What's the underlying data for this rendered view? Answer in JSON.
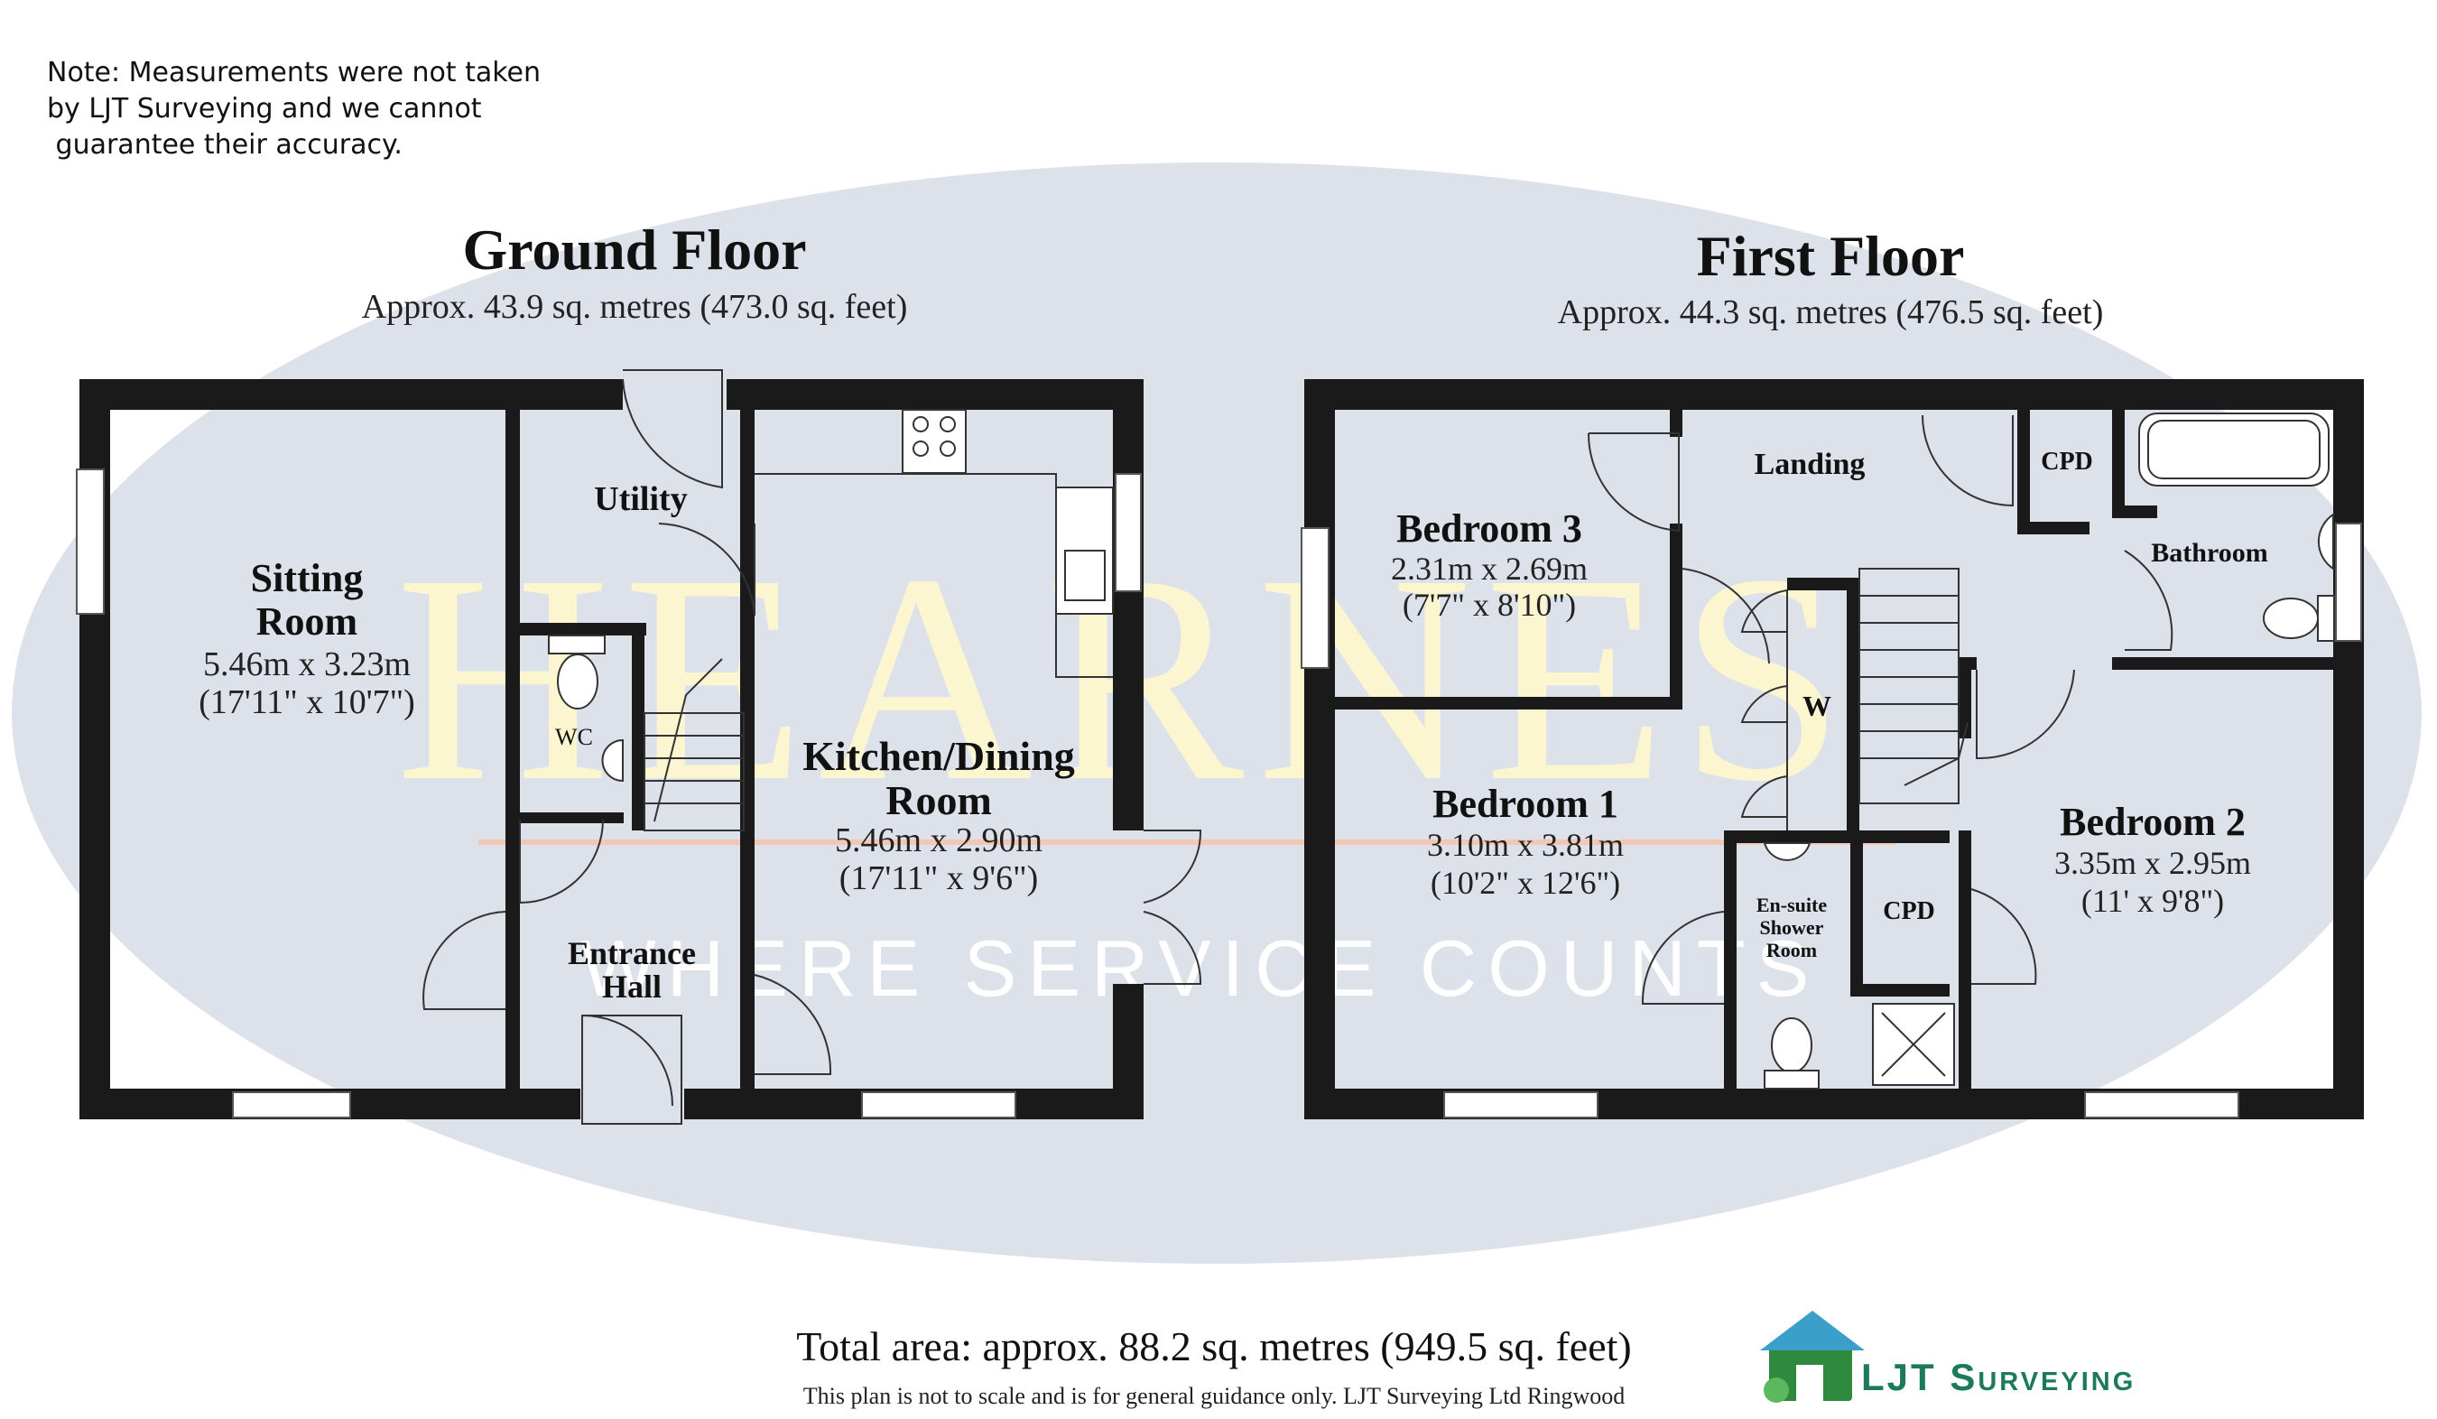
{
  "note": {
    "lines": [
      "Note: Measurements were not taken",
      "by LJT Surveying and we cannot",
      " guarantee their accuracy."
    ]
  },
  "watermark": {
    "brand": "HEARNES",
    "tagline": "WHERE SERVICE COUNTS",
    "colors": {
      "oval": "#dde1ea",
      "brand_text": "#fbf6cf",
      "tagline_text": "#ffffff",
      "rule": "#f3c7b4"
    }
  },
  "ground_floor": {
    "title": "Ground Floor",
    "area": "Approx. 43.9 sq. metres (473.0 sq. feet)",
    "rooms": {
      "sitting": {
        "name_1": "Sitting",
        "name_2": "Room",
        "size_m": "5.46m x 3.23m",
        "size_ft": "(17'11\" x 10'7\")"
      },
      "utility": {
        "name": "Utility"
      },
      "wc": {
        "name": "WC"
      },
      "kitchen": {
        "name_1": "Kitchen/Dining",
        "name_2": "Room",
        "size_m": "5.46m x 2.90m",
        "size_ft": "(17'11\" x 9'6\")"
      },
      "hall": {
        "name_1": "Entrance",
        "name_2": "Hall"
      }
    }
  },
  "first_floor": {
    "title": "First Floor",
    "area": "Approx. 44.3 sq. metres (476.5 sq. feet)",
    "rooms": {
      "bedroom3": {
        "name": "Bedroom 3",
        "size_m": "2.31m x 2.69m",
        "size_ft": "(7'7\" x 8'10\")"
      },
      "landing": {
        "name": "Landing"
      },
      "cpd_top": {
        "name": "CPD"
      },
      "bathroom": {
        "name": "Bathroom"
      },
      "wardrobe": {
        "name": "W"
      },
      "bedroom1": {
        "name": "Bedroom 1",
        "size_m": "3.10m x 3.81m",
        "size_ft": "(10'2\" x 12'6\")"
      },
      "ensuite": {
        "name_1": "En-suite",
        "name_2": "Shower",
        "name_3": "Room"
      },
      "cpd_mid": {
        "name": "CPD"
      },
      "bedroom2": {
        "name": "Bedroom 2",
        "size_m": "3.35m x 2.95m",
        "size_ft": "(11' x 9'8\")"
      }
    }
  },
  "footer": {
    "total": "Total area: approx. 88.2 sq. metres (949.5 sq. feet)",
    "disclaimer": "This plan is not to scale and is for general guidance only. LJT Surveying Ltd Ringwood",
    "logo_text": "LJT Surveying",
    "logo_colors": {
      "text": "#1c7a5a",
      "house": "#2e8b3e",
      "roof": "#3aa0c9"
    }
  }
}
